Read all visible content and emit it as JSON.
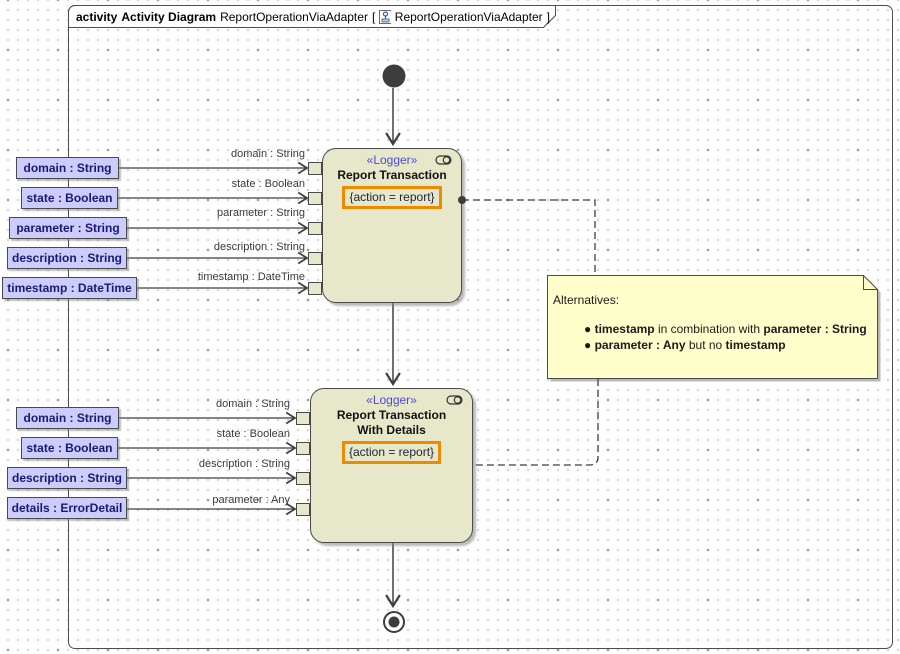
{
  "colors": {
    "accent_orange": "#EE8A00",
    "action_fill": "#E7E7C9",
    "note_fill": "#FFFFCC",
    "param_fill": "#CCCCFF",
    "stereotype_blue": "#4A4AE0",
    "param_text": "#191970"
  },
  "frame": {
    "kind": "activity",
    "diagram_type": "Activity Diagram",
    "name": "ReportOperationViaAdapter",
    "open_bracket": "[",
    "ref_name": "ReportOperationViaAdapter",
    "close_bracket": "]"
  },
  "actions": [
    {
      "stereotype": "«Logger»",
      "title_line1": "Report Transaction",
      "constraint": "{action = report}",
      "pins": [
        {
          "label": "domain : String"
        },
        {
          "label": "state : Boolean"
        },
        {
          "label": "parameter : String"
        },
        {
          "label": "description : String"
        },
        {
          "label": "timestamp : DateTime"
        }
      ]
    },
    {
      "stereotype": "«Logger»",
      "title_line1": "Report Transaction",
      "title_line2": "With Details",
      "constraint": "{action = report}",
      "pins": [
        {
          "label": "domain : String"
        },
        {
          "label": "state : Boolean"
        },
        {
          "label": "description : String"
        },
        {
          "label": "parameter : Any"
        }
      ]
    }
  ],
  "parameters_top": [
    {
      "label": "domain : String"
    },
    {
      "label": "state : Boolean"
    },
    {
      "label": "parameter : String"
    },
    {
      "label": "description : String"
    },
    {
      "label": "timestamp : DateTime"
    }
  ],
  "parameters_bottom": [
    {
      "label": "domain : String"
    },
    {
      "label": "state : Boolean"
    },
    {
      "label": "description : String"
    },
    {
      "label": "details : ErrorDetail"
    }
  ],
  "note": {
    "header": "Alternatives:",
    "bullet_char": "●",
    "bullets": [
      {
        "segments": [
          {
            "text": "timestamp",
            "bold": true
          },
          {
            "text": " in combination with ",
            "bold": false
          },
          {
            "text": " parameter : String",
            "bold": true
          }
        ]
      },
      {
        "segments": [
          {
            "text": "parameter : Any",
            "bold": true
          },
          {
            "text": " but no ",
            "bold": false
          },
          {
            "text": "timestamp",
            "bold": true
          }
        ]
      }
    ]
  }
}
